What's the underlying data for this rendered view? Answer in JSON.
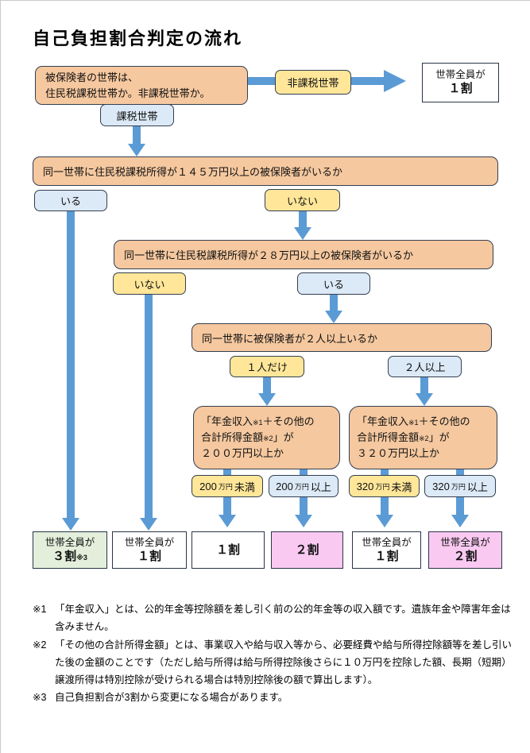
{
  "page": {
    "title": "自己負担割合判定の流れ"
  },
  "flow": {
    "household_q": {
      "line1": "被保険者の世帯は、",
      "line2": "住民税課税世帯か。非課税世帯か。"
    },
    "branch_nontaxable": "非課税世帯",
    "branch_taxable": "課税世帯",
    "result_top": {
      "line1": "世帯全員が",
      "line2": "１割"
    },
    "q145": "同一世帯に住民税課税所得が１４５万円以上の被保険者がいるか",
    "q145_yes": "いる",
    "q145_no": "いない",
    "q28": "同一世帯に住民税課税所得が２８万円以上の被保険者がいるか",
    "q28_no": "いない",
    "q28_yes": "いる",
    "q_two": "同一世帯に被保険者が２人以上いるか",
    "only_one": "１人だけ",
    "two_or_more": "２人以上",
    "pension200": {
      "l1a": "「年金収入",
      "ref1": "※1",
      "l1b": "＋その他の",
      "l2a": "合計所得金額",
      "ref2": "※2",
      "l2b": "」が",
      "l3": "２００万円以上か"
    },
    "pension320": {
      "l1a": "「年金収入",
      "ref1": "※1",
      "l1b": "＋その他の",
      "l2a": "合計所得金額",
      "ref2": "※2",
      "l2b": "」が",
      "l3": "３２０万円以上か"
    },
    "lbl_200_under": {
      "num": "200",
      "unit": "万円",
      "cond": "未満"
    },
    "lbl_200_over": {
      "num": "200",
      "unit": "万円",
      "cond": "以上"
    },
    "lbl_320_under": {
      "num": "320",
      "unit": "万円",
      "cond": "未満"
    },
    "lbl_320_over": {
      "num": "320",
      "unit": "万円",
      "cond": "以上"
    },
    "results": {
      "r1": {
        "line1": "世帯全員が",
        "line2": "３割",
        "ref": "※3"
      },
      "r2": {
        "line1": "世帯全員が",
        "line2": "１割"
      },
      "r3": {
        "line2": "１割"
      },
      "r4": {
        "line2": "２割"
      },
      "r5": {
        "line1": "世帯全員が",
        "line2": "１割"
      },
      "r6": {
        "line1": "世帯全員が",
        "line2": "２割"
      }
    }
  },
  "footnotes": [
    {
      "marker": "※1",
      "text": "「年金収入」とは、公的年金等控除額を差し引く前の公的年金等の収入額です。遺族年金や障害年金は含みません。"
    },
    {
      "marker": "※2",
      "text": "「その他の合計所得金額」とは、事業収入や給与収入等から、必要経費や給与所得控除額等を差し引いた後の金額のことです（ただし給与所得は給与所得控除後さらに１０万円を控除した額、長期（短期）譲渡所得は特別控除が受けられる場合は特別控除後の額で算出します）。"
    },
    {
      "marker": "※3",
      "text": "自己負担割合が3割から変更になる場合があります。"
    }
  ],
  "colors": {
    "question_fill": "#F5C89F",
    "yes_fill": "#DCE9F6",
    "no_fill": "#FFE699",
    "result_green": "#E3EFDB",
    "result_pink": "#F9C9F1",
    "arrow": "#5B9BD5"
  }
}
